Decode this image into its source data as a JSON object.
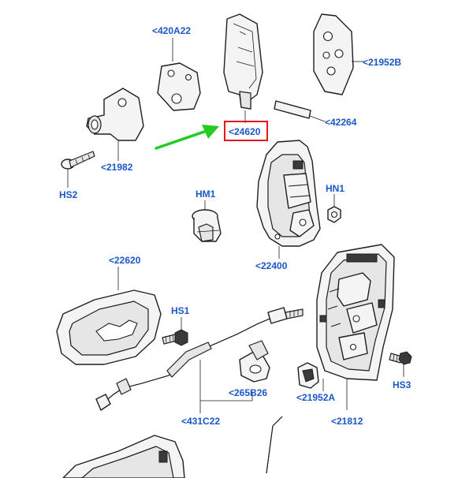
{
  "labels": {
    "l420a22": "<420A22",
    "l24620": "<24620",
    "l21952b": "<21952B",
    "l42264": "<42264",
    "l21982": "<21982",
    "hs2": "HS2",
    "hm1": "HM1",
    "hn1": "HN1",
    "l22400": "<22400",
    "l22620": "<22620",
    "hs1": "HS1",
    "l265b26": "<265B26",
    "l21952a": "<21952A",
    "hs3": "HS3",
    "l431c22": "<431C22",
    "l21812": "<21812"
  },
  "colors": {
    "label_blue": "#1a57c9",
    "highlight_box": "#e8141b",
    "arrow_green": "#22cc22",
    "line_art": "#1e1e1e"
  },
  "highlight": {
    "label": "<24620",
    "pointer": "green-arrow"
  }
}
